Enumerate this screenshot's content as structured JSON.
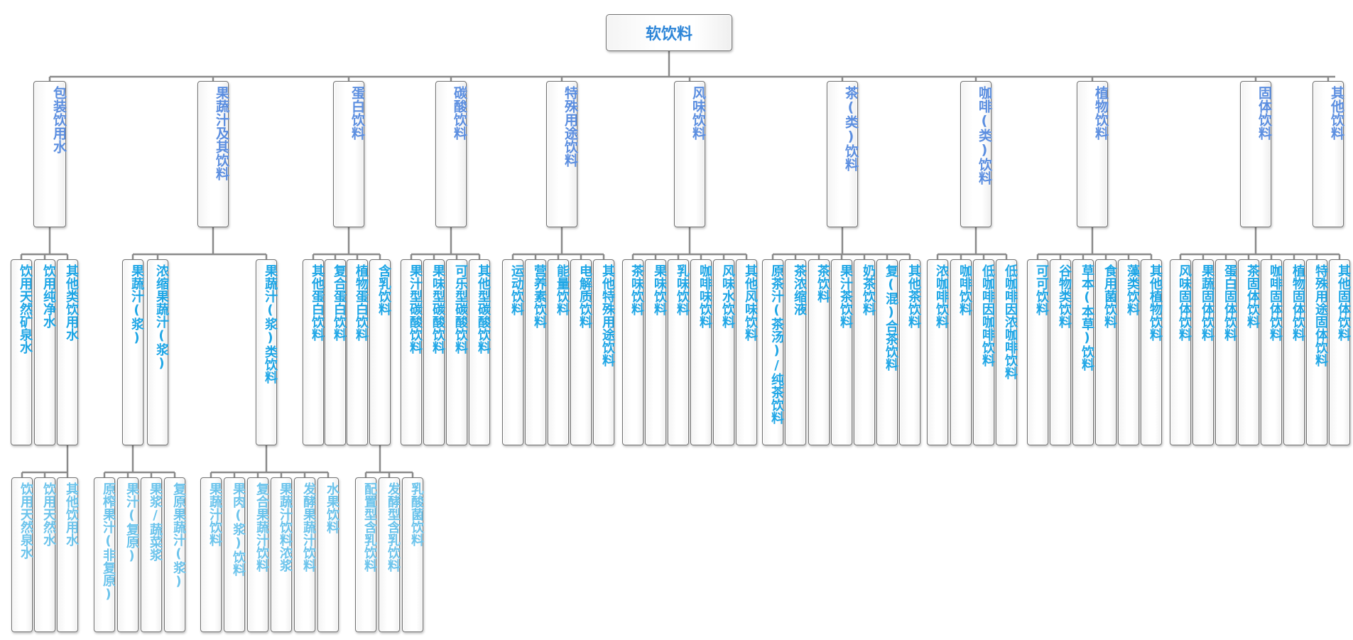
{
  "colors": {
    "root_text": "#2E86D8",
    "category_text": "#5B8EE0",
    "level2_text": "#1EA6E6",
    "level3_text": "#6CC4EC",
    "line": "#8a8a8a"
  },
  "root": {
    "label": "软饮料"
  },
  "categories": [
    {
      "label": "包装饮用水",
      "children": [
        {
          "label": "饮用天然矿泉水",
          "children": []
        },
        {
          "label": "饮用纯净水",
          "children": []
        },
        {
          "label": "其他类饮用水",
          "children": [
            {
              "label": "饮用天然泉水"
            },
            {
              "label": "饮用天然水"
            },
            {
              "label": "其他饮用水"
            }
          ]
        }
      ]
    },
    {
      "label": "果蔬汁及其饮料",
      "children": [
        {
          "label": "果蔬汁(浆)",
          "children": [
            {
              "label": "原榨果汁(非复原)"
            },
            {
              "label": "果汁(复原)"
            },
            {
              "label": "果浆/蔬菜浆"
            },
            {
              "label": "复原果蔬汁(浆)"
            }
          ]
        },
        {
          "label": "浓缩果蔬汁(浆)",
          "children": []
        },
        {
          "label": "果蔬汁(浆)类饮料",
          "children": [
            {
              "label": "果蔬汁饮料"
            },
            {
              "label": "果肉(浆)饮料"
            },
            {
              "label": "复合果蔬汁饮料"
            },
            {
              "label": "果蔬汁饮料浓浆"
            },
            {
              "label": "发酵果蔬汁饮料"
            },
            {
              "label": "水果饮料"
            }
          ]
        }
      ]
    },
    {
      "label": "蛋白饮料",
      "children": [
        {
          "label": "其他蛋白饮料",
          "children": []
        },
        {
          "label": "复合蛋白饮料",
          "children": []
        },
        {
          "label": "植物蛋白饮料",
          "children": []
        },
        {
          "label": "含乳饮料",
          "children": [
            {
              "label": "配置型含乳饮料"
            },
            {
              "label": "发酵型含乳饮料"
            },
            {
              "label": "乳酸菌饮料"
            }
          ]
        }
      ]
    },
    {
      "label": "碳酸饮料",
      "children": [
        {
          "label": "果汁型碳酸饮料",
          "children": []
        },
        {
          "label": "果味型碳酸饮料",
          "children": []
        },
        {
          "label": "可乐型碳酸饮料",
          "children": []
        },
        {
          "label": "其他型碳酸饮料",
          "children": []
        }
      ]
    },
    {
      "label": "特殊用途饮料",
      "children": [
        {
          "label": "运动饮料",
          "children": []
        },
        {
          "label": "营养素饮料",
          "children": []
        },
        {
          "label": "能量饮料",
          "children": []
        },
        {
          "label": "电解质饮料",
          "children": []
        },
        {
          "label": "其他特殊用途饮料",
          "children": []
        }
      ]
    },
    {
      "label": "风味饮料",
      "children": [
        {
          "label": "茶味饮料",
          "children": []
        },
        {
          "label": "果味饮料",
          "children": []
        },
        {
          "label": "乳味饮料",
          "children": []
        },
        {
          "label": "咖啡味饮料",
          "children": []
        },
        {
          "label": "风味水饮料",
          "children": []
        },
        {
          "label": "其他风味饮料",
          "children": []
        }
      ]
    },
    {
      "label": "茶(类)饮料",
      "children": [
        {
          "label": "原茶汁(茶汤)/纯茶饮料",
          "children": []
        },
        {
          "label": "茶浓缩液",
          "children": []
        },
        {
          "label": "茶饮料",
          "children": []
        },
        {
          "label": "果汁茶饮料",
          "children": []
        },
        {
          "label": "奶茶饮料",
          "children": []
        },
        {
          "label": "复(混)合茶饮料",
          "children": []
        },
        {
          "label": "其他茶饮料",
          "children": []
        }
      ]
    },
    {
      "label": "咖啡(类)饮料",
      "children": [
        {
          "label": "浓咖啡饮料",
          "children": []
        },
        {
          "label": "咖啡饮料",
          "children": []
        },
        {
          "label": "低咖啡因咖啡饮料",
          "children": []
        },
        {
          "label": "低咖啡因浓咖啡饮料",
          "children": []
        }
      ]
    },
    {
      "label": "植物饮料",
      "children": [
        {
          "label": "可可饮料",
          "children": []
        },
        {
          "label": "谷物类饮料",
          "children": []
        },
        {
          "label": "草本(本草)饮料",
          "children": []
        },
        {
          "label": "食用菌饮料",
          "children": []
        },
        {
          "label": "藻类饮料",
          "children": []
        },
        {
          "label": "其他植物饮料",
          "children": []
        }
      ]
    },
    {
      "label": "固体饮料",
      "children": [
        {
          "label": "风味固体饮料",
          "children": []
        },
        {
          "label": "果蔬固体饮料",
          "children": []
        },
        {
          "label": "蛋白固体饮料",
          "children": []
        },
        {
          "label": "茶固体饮料",
          "children": []
        },
        {
          "label": "咖啡固体饮料",
          "children": []
        },
        {
          "label": "植物固体饮料",
          "children": []
        },
        {
          "label": "特殊用途固体饮料",
          "children": []
        },
        {
          "label": "其他固体饮料",
          "children": []
        }
      ]
    },
    {
      "label": "其他饮料",
      "children": []
    }
  ]
}
